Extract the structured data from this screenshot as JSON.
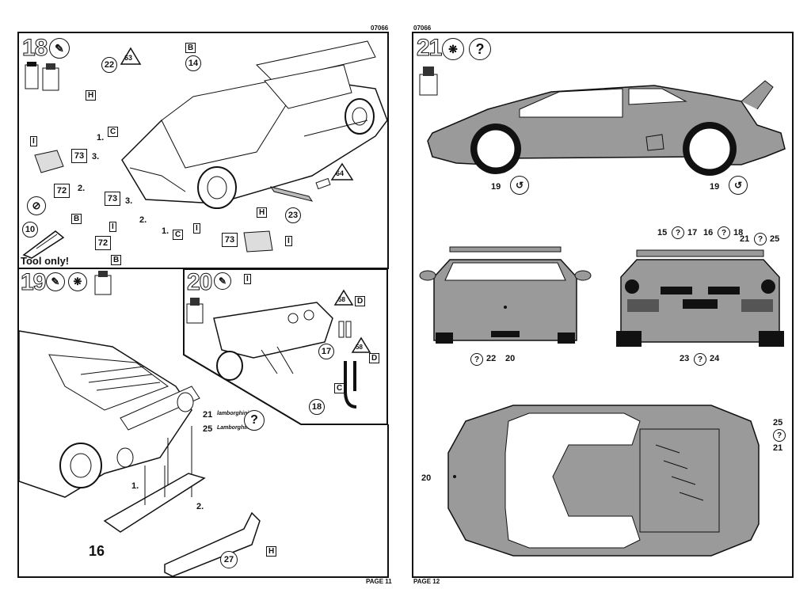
{
  "left_page": {
    "code": "07066",
    "page_label": "PAGE 11",
    "step18": {
      "number": "18",
      "tool_only": "Tool only!",
      "parts": {
        "p22": "22",
        "p63": "63",
        "p14": "14",
        "p73a": "73",
        "p72a": "72",
        "p73b": "73",
        "p72b": "72",
        "p10": "10",
        "p23": "23",
        "p64": "64",
        "p73c": "73"
      },
      "flags": {
        "B1": "B",
        "H1": "H",
        "C1": "C",
        "I1": "I",
        "B2": "B",
        "B3": "B",
        "I2": "I",
        "C2": "C",
        "I3": "I",
        "H2": "H",
        "I4": "I"
      },
      "order": {
        "o1": "1.",
        "o2": "2.",
        "o3": "3.",
        "o2b": "2.",
        "o3b": "3.",
        "o1b": "1."
      }
    },
    "step19": {
      "number": "19",
      "parts": {
        "p21": "21",
        "p25": "25",
        "p16": "16",
        "p27": "27"
      },
      "decals": {
        "d21": "lamborghini",
        "d25": "Lamborghini"
      },
      "flags": {
        "H": "H"
      },
      "order": {
        "o1": "1.",
        "o2": "2."
      }
    },
    "step20": {
      "number": "20",
      "parts": {
        "p58a": "58",
        "p17": "17",
        "p58b": "58",
        "p18": "18"
      },
      "flags": {
        "I": "I",
        "D1": "D",
        "D2": "D",
        "C": "C"
      }
    }
  },
  "right_page": {
    "code": "07066",
    "page_label": "PAGE 12",
    "step21": {
      "number": "21",
      "side_labels": {
        "w1": "19",
        "w2": "19"
      },
      "front_labels": {
        "a": "22",
        "b": "20"
      },
      "rear_labels": {
        "a": "15",
        "b": "17",
        "c": "16",
        "d": "18",
        "e": "21",
        "f": "25",
        "g": "23",
        "h": "24"
      },
      "top_labels": {
        "a": "20",
        "b": "25",
        "c": "21"
      }
    }
  },
  "icons": {
    "glue": "glue-icon",
    "question": "question-icon",
    "decal": "decal-icon",
    "paint": "paint-bottle-icon"
  },
  "colors": {
    "car_fill": "#9a9a9a",
    "line": "#111111",
    "paper": "#ffffff"
  }
}
